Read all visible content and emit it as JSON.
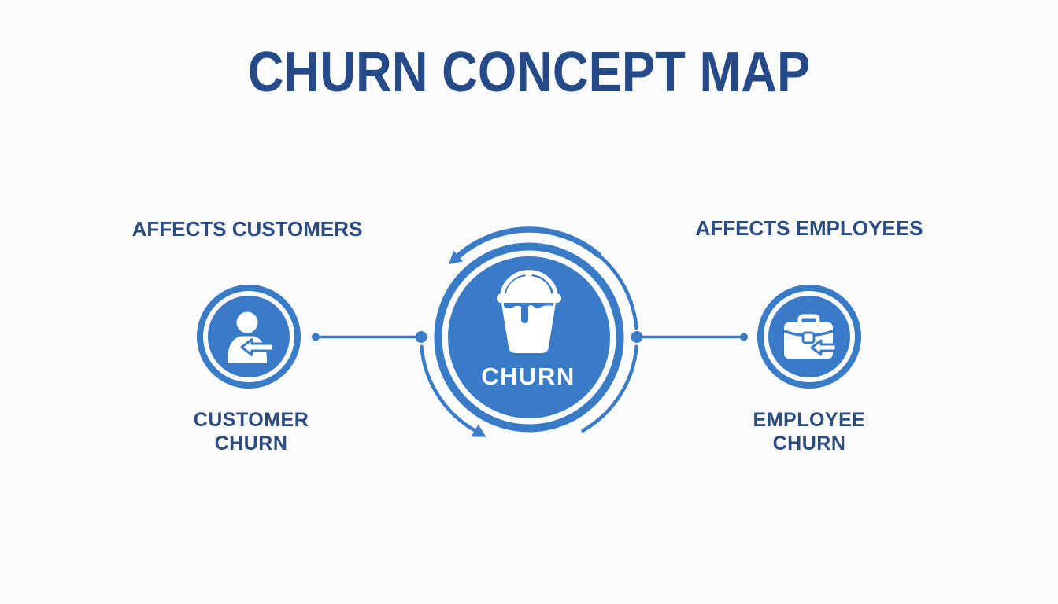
{
  "title": "CHURN CONCEPT MAP",
  "colors": {
    "primary": "#3a7bc7",
    "title": "#264a88",
    "text_dark": "#2c4b7e",
    "white": "#ffffff",
    "background": "#fafbfc"
  },
  "center_node": {
    "label": "CHURN",
    "icon": "churn-bucket-icon"
  },
  "left_node": {
    "top_label": "AFFECTS CUSTOMERS",
    "bottom_label": "CUSTOMER CHURN",
    "icon": "customer-leaving-icon"
  },
  "right_node": {
    "top_label": "AFFECTS EMPLOYEES",
    "bottom_label": "EMPLOYEE CHURN",
    "icon": "employee-leaving-icon"
  }
}
